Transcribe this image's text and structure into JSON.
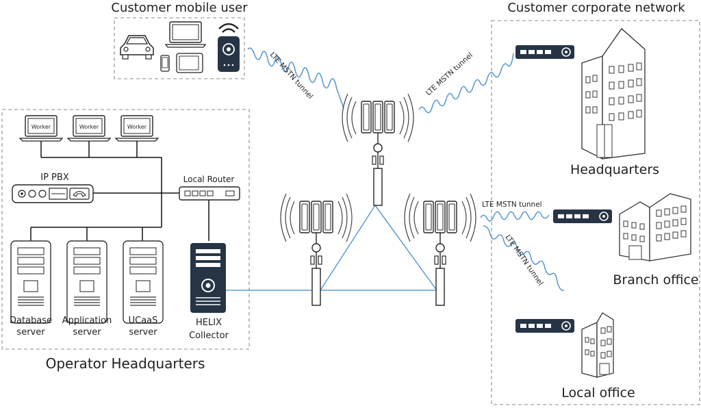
{
  "groups": {
    "mobile": "Customer mobile user",
    "corporate": "Customer corporate network",
    "operator": "Operator Headquarters"
  },
  "workers": [
    "Worker",
    "Worker",
    "Worker"
  ],
  "ip_pbx": "IP PBX",
  "local_router": "Local Router",
  "servers": [
    {
      "line1": "Database",
      "line2": "server"
    },
    {
      "line1": "Application",
      "line2": "server"
    },
    {
      "line1": "UCaaS",
      "line2": "server"
    }
  ],
  "collector": {
    "line1": "HELIX",
    "line2": "Collector"
  },
  "tunnel_label": "LTE MSTN tunnel",
  "sites": {
    "headquarters": "Headquarters",
    "branch": "Branch office",
    "local": "Local office"
  },
  "colors": {
    "link": "#5b9bd5",
    "device": "#263446",
    "line": "#000000",
    "dash": "#8a8a8a"
  },
  "icons": [
    "car-icon",
    "laptop-icon",
    "smartphone-icon",
    "tablet-icon",
    "wireless-gateway-icon",
    "cell-tower-icon",
    "router-icon",
    "office-building-icon",
    "server-icon"
  ]
}
